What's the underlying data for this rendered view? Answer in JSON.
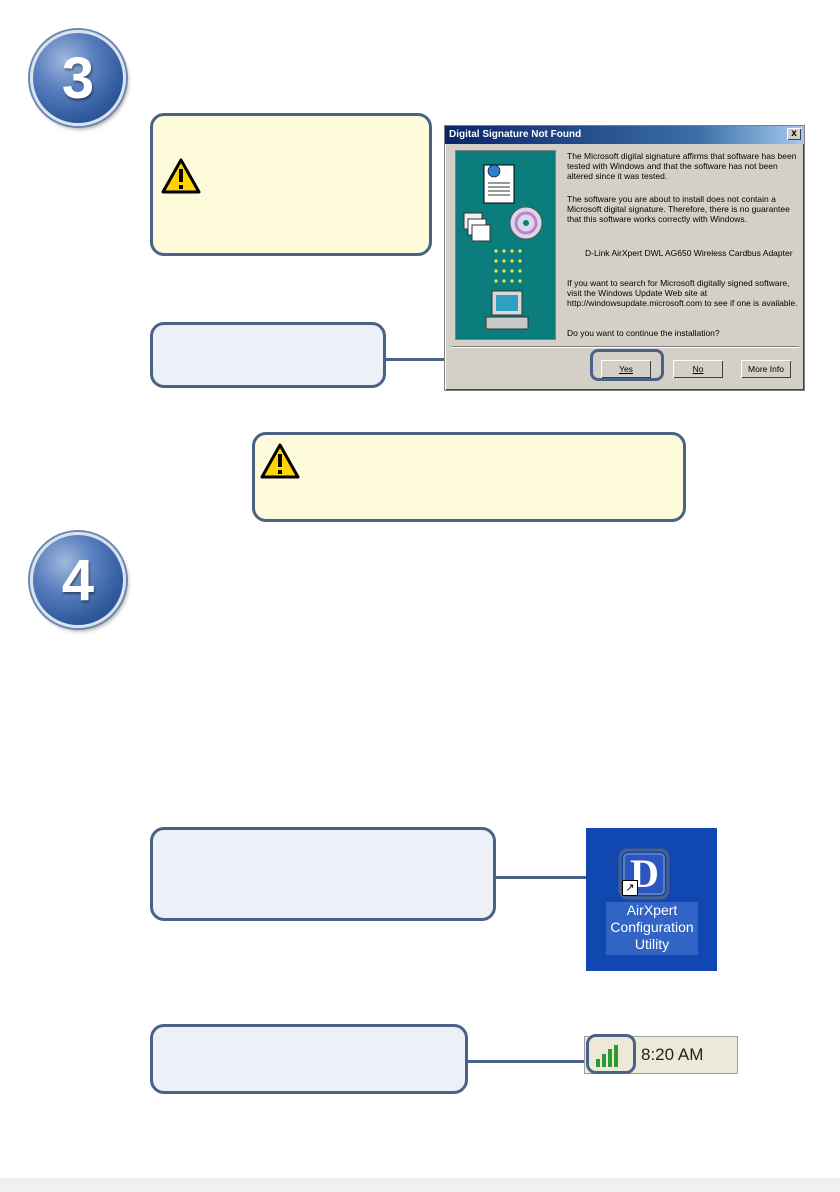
{
  "steps": {
    "step3": "3",
    "step4": "4"
  },
  "dialog": {
    "title": "Digital Signature Not Found",
    "close": "x",
    "para1": "The Microsoft digital signature affirms that software has been tested with Windows and that the software has not been altered since it was tested.",
    "para2": "The software you are about to install does not contain a Microsoft digital signature. Therefore, there is no guarantee that this software works correctly with Windows.",
    "device": "D-Link AirXpert DWL AG650 Wireless Cardbus Adapter",
    "para3": "If you want to search for Microsoft digitally signed software, visit the Windows Update Web site at http://windowsupdate.microsoft.com to see if one is available.",
    "question": "Do you want to continue the installation?",
    "buttons": {
      "yes": "Yes",
      "no": "No",
      "more": "More Info"
    }
  },
  "desktop_icon": {
    "letter": "D",
    "label": "AirXpert Configuration Utility",
    "shortcut": "↗"
  },
  "tray": {
    "time": "8:20 AM"
  },
  "colors": {
    "callout_border": "#4a6286",
    "yellow_fill": "#fdfbd9",
    "blue_fill": "#eef0f8",
    "badge": "#2f5a9e"
  }
}
